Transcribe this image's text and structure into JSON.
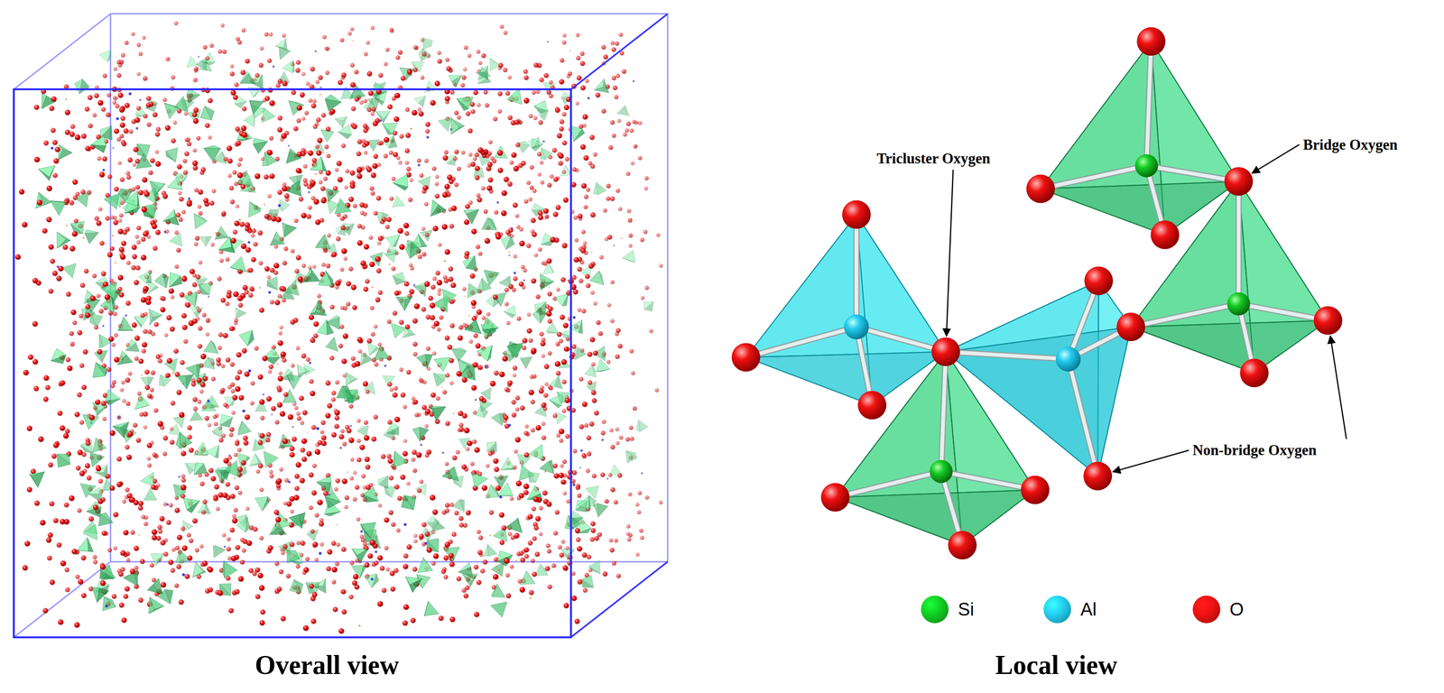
{
  "diagram": {
    "labels": [
      "Bridge Oxygen",
      "Tricluster Oxygen",
      "Non-bridge Oxygen",
      "Overall view",
      "Local view"
    ],
    "legend": [
      {
        "text": "Si",
        "color": "#11cc22"
      },
      {
        "text": "Al",
        "color": "#22ccee"
      },
      {
        "text": "O",
        "color": "#ee1111"
      }
    ]
  }
}
